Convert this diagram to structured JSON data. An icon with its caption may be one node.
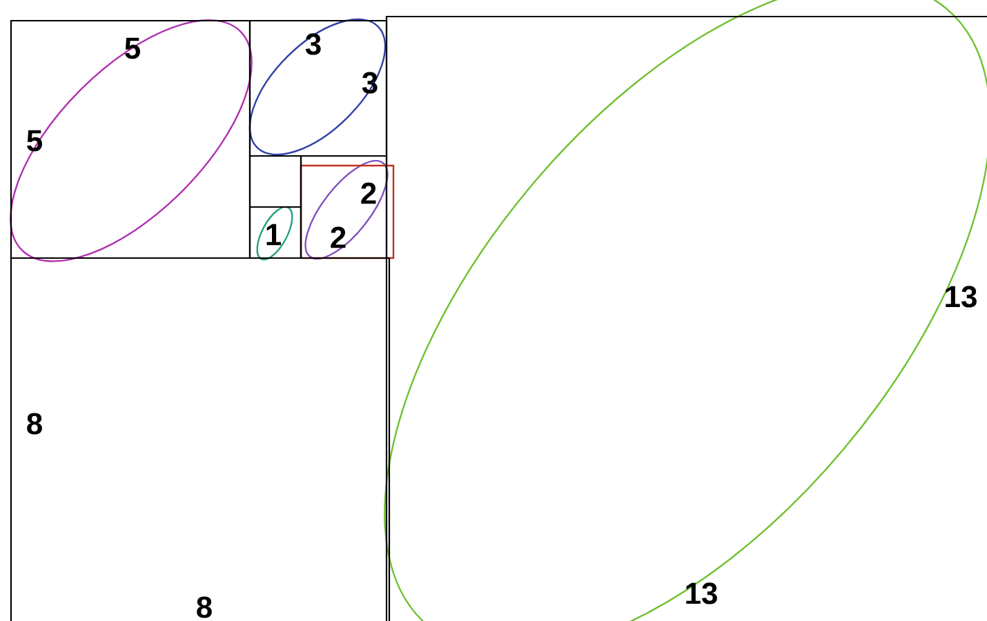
{
  "diagram": {
    "nodes": [
      {
        "text": [
          "5",
          "5"
        ]
      },
      {
        "text": [
          "3",
          "3"
        ]
      },
      {
        "text": [],
        "shape": "box"
      },
      {
        "text": [
          "1"
        ]
      },
      {
        "text": [
          "2",
          "2"
        ]
      },
      {
        "text": [
          "8",
          "8"
        ]
      },
      {
        "text": [
          "13",
          "13"
        ]
      }
    ]
  }
}
